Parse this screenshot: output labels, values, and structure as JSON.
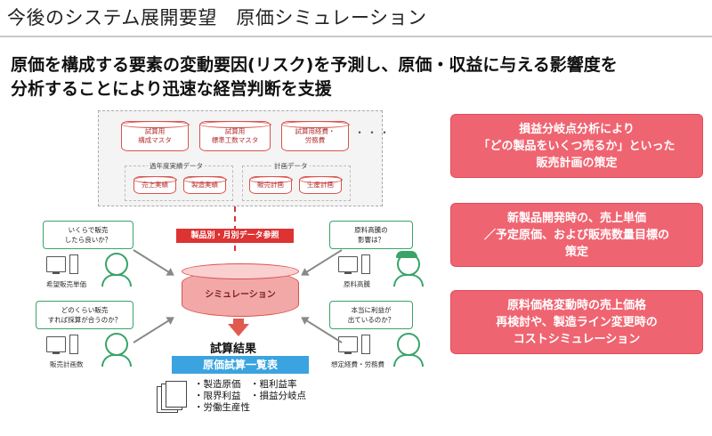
{
  "header": {
    "title": "今後のシステム展開要望　原価シミュレーション"
  },
  "lead": {
    "line1": "原価を構成する要素の変動要因(リスク)を予測し、原価・収益に与える影響度を",
    "line2": "分析することにより迅速な経営判断を支援"
  },
  "databases": {
    "top_row": [
      "試算用\n構成マスタ",
      "試算用\n標準工数マスタ",
      "試算用経費・\n労務費"
    ],
    "ellipsis": "・・・",
    "past_group": {
      "label": "過年度実績データ",
      "items": [
        "売上実績",
        "製造実績"
      ]
    },
    "plan_group": {
      "label": "計画データ",
      "items": [
        "販売計画",
        "生産計画"
      ]
    }
  },
  "reference_label": "製品別・月別データ参照",
  "simulation_label": "シミュレーション",
  "result": {
    "title": "試算結果",
    "box": "原価試算一覧表",
    "items": [
      "・製造原価　・粗利益率",
      "・限界利益　・損益分岐点",
      "・労働生産性"
    ]
  },
  "users": [
    {
      "question": "いくらで販売\nしたら良いか？",
      "role": "希望販売単価"
    },
    {
      "question": "どのくらい販売\nすれば採算が合うのか？",
      "role": "販売計画数"
    },
    {
      "question": "原料高騰の\n影響は？",
      "role": "原料高騰"
    },
    {
      "question": "本当に利益が\n出ているのか？",
      "role": "想定経費・労務費"
    }
  ],
  "benefits": [
    {
      "lines": [
        "損益分岐点分析により",
        "「どの製品をいくつ売るか」といった",
        "販売計画の策定"
      ]
    },
    {
      "lines": [
        "新製品開発時の、売上単価",
        "／予定原価、および販売数量目標の",
        "策定"
      ]
    },
    {
      "lines": [
        "原料価格変動時の売上価格",
        "再検討や、製造ライン変更時の",
        "コストシミュレーション"
      ]
    }
  ],
  "colors": {
    "accent_red": "#ef6471",
    "result_blue": "#3aa3e0",
    "user_green": "#3aa36a"
  }
}
